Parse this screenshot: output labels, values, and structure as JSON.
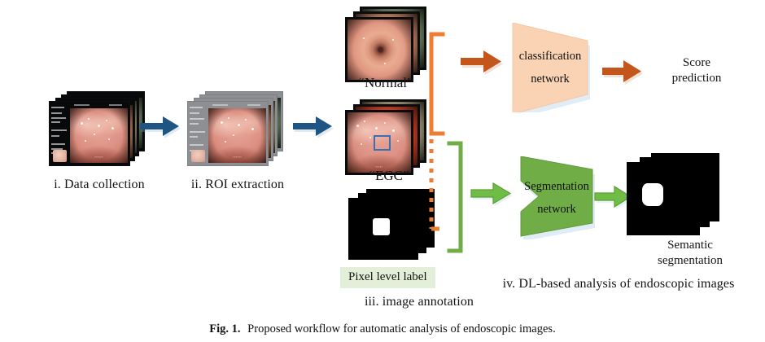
{
  "figure": {
    "caption_bold": "Fig. 1.",
    "caption_text": "Proposed workflow for automatic analysis of endoscopic images."
  },
  "stages": {
    "data_collection": {
      "label": "i. Data collection"
    },
    "roi_extraction": {
      "label": "ii. ROI extraction"
    },
    "image_annotation": {
      "label": "iii. image annotation",
      "pixel_label": "Pixel level label"
    },
    "dl_analysis": {
      "label": "iv. DL-based analysis of endoscopic images"
    }
  },
  "classes": {
    "normal": "“Normal”",
    "egc": "“EGC”"
  },
  "networks": {
    "classification": {
      "line1": "classification",
      "line2": "network"
    },
    "segmentation": {
      "line1": "Segmentation",
      "line2": "network"
    }
  },
  "outputs": {
    "score_prediction": {
      "line1": "Score",
      "line2": "prediction"
    },
    "semantic_segmentation": {
      "line1": "Semantic",
      "line2": "segmentation"
    }
  },
  "colors": {
    "arrow_blue": "#1f5582",
    "arrow_orange": "#c4561c",
    "arrow_green": "#70bd46",
    "classification_fill": "#fad2b4",
    "classification_stroke": "#f3c19c",
    "segmentation_fill": "#70ad47",
    "segmentation_stroke": "#5f9b3a",
    "bracket_orange": "#ed7d31",
    "bracket_green": "#70ad47",
    "roi_box_blue": "#3a6fb5",
    "pixel_label_highlight": "#e4efd9",
    "mask_background": "#000000",
    "mask_foreground": "#ffffff",
    "text": "#141414"
  }
}
